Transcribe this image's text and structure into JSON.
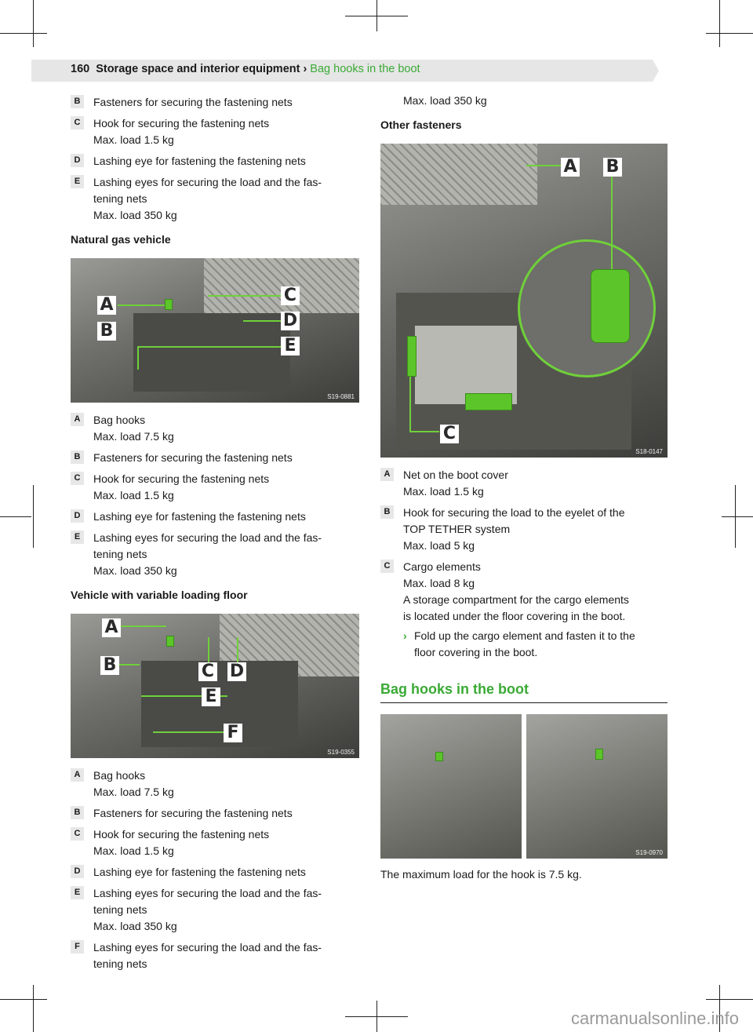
{
  "header": {
    "page_number": "160",
    "section": "Storage space and interior equipment",
    "separator": "›",
    "subsection": "Bag hooks in the boot"
  },
  "left_column": {
    "top_items": [
      {
        "badge": "B",
        "lines": [
          "Fasteners for securing the fastening nets"
        ]
      },
      {
        "badge": "C",
        "lines": [
          "Hook for securing the fastening nets",
          "Max. load 1.5 kg"
        ]
      },
      {
        "badge": "D",
        "lines": [
          "Lashing eye for fastening the fastening nets"
        ]
      },
      {
        "badge": "E",
        "lines": [
          "Lashing eyes for securing the load and the fas-",
          "tening nets",
          "Max. load 350 kg"
        ]
      }
    ],
    "natural_gas": {
      "heading": "Natural gas vehicle",
      "image_code": "S19-0881",
      "callouts": [
        "A",
        "B",
        "C",
        "D",
        "E"
      ],
      "items": [
        {
          "badge": "A",
          "lines": [
            "Bag hooks",
            "Max. load 7.5 kg"
          ]
        },
        {
          "badge": "B",
          "lines": [
            "Fasteners for securing the fastening nets"
          ]
        },
        {
          "badge": "C",
          "lines": [
            "Hook for securing the fastening nets",
            "Max. load 1.5 kg"
          ]
        },
        {
          "badge": "D",
          "lines": [
            "Lashing eye for fastening the fastening nets"
          ]
        },
        {
          "badge": "E",
          "lines": [
            "Lashing eyes for securing the load and the fas-",
            "tening nets",
            "Max. load 350 kg"
          ]
        }
      ]
    },
    "variable_floor": {
      "heading": "Vehicle with variable loading floor",
      "image_code": "S19-0355",
      "callouts": [
        "A",
        "B",
        "C",
        "D",
        "E",
        "F"
      ],
      "items": [
        {
          "badge": "A",
          "lines": [
            "Bag hooks",
            "Max. load 7.5 kg"
          ]
        },
        {
          "badge": "B",
          "lines": [
            "Fasteners for securing the fastening nets"
          ]
        },
        {
          "badge": "C",
          "lines": [
            "Hook for securing the fastening nets",
            "Max. load 1.5 kg"
          ]
        },
        {
          "badge": "D",
          "lines": [
            "Lashing eye for fastening the fastening nets"
          ]
        },
        {
          "badge": "E",
          "lines": [
            "Lashing eyes for securing the load and the fas-",
            "tening nets",
            "Max. load 350 kg"
          ]
        },
        {
          "badge": "F",
          "lines": [
            "Lashing eyes for securing the load and the fas-",
            "tening nets"
          ]
        }
      ]
    }
  },
  "right_column": {
    "continued_text": "Max. load 350 kg",
    "other_fasteners": {
      "heading": "Other fasteners",
      "image_code": "S18-0147",
      "callouts": [
        "A",
        "B",
        "C"
      ],
      "items": [
        {
          "badge": "A",
          "lines": [
            "Net on the boot cover",
            "Max. load 1.5 kg"
          ]
        },
        {
          "badge": "B",
          "lines": [
            "Hook for securing the load to the eyelet of the",
            "TOP TETHER system",
            "Max. load 5 kg"
          ]
        },
        {
          "badge": "C",
          "lines": [
            "Cargo elements",
            "Max. load 8 kg",
            "A storage compartment for the cargo elements",
            "is located under the floor covering in the boot."
          ]
        }
      ],
      "bullet_arrow": "›",
      "bullet_lines": [
        "Fold up the cargo element and fasten it to the",
        "floor covering in the boot."
      ]
    },
    "bag_hooks": {
      "title": "Bag hooks in the boot",
      "image_code": "S19-0970",
      "caption": "The maximum load for the hook is 7.5 kg."
    }
  },
  "watermark": "carmanualsonline.info"
}
